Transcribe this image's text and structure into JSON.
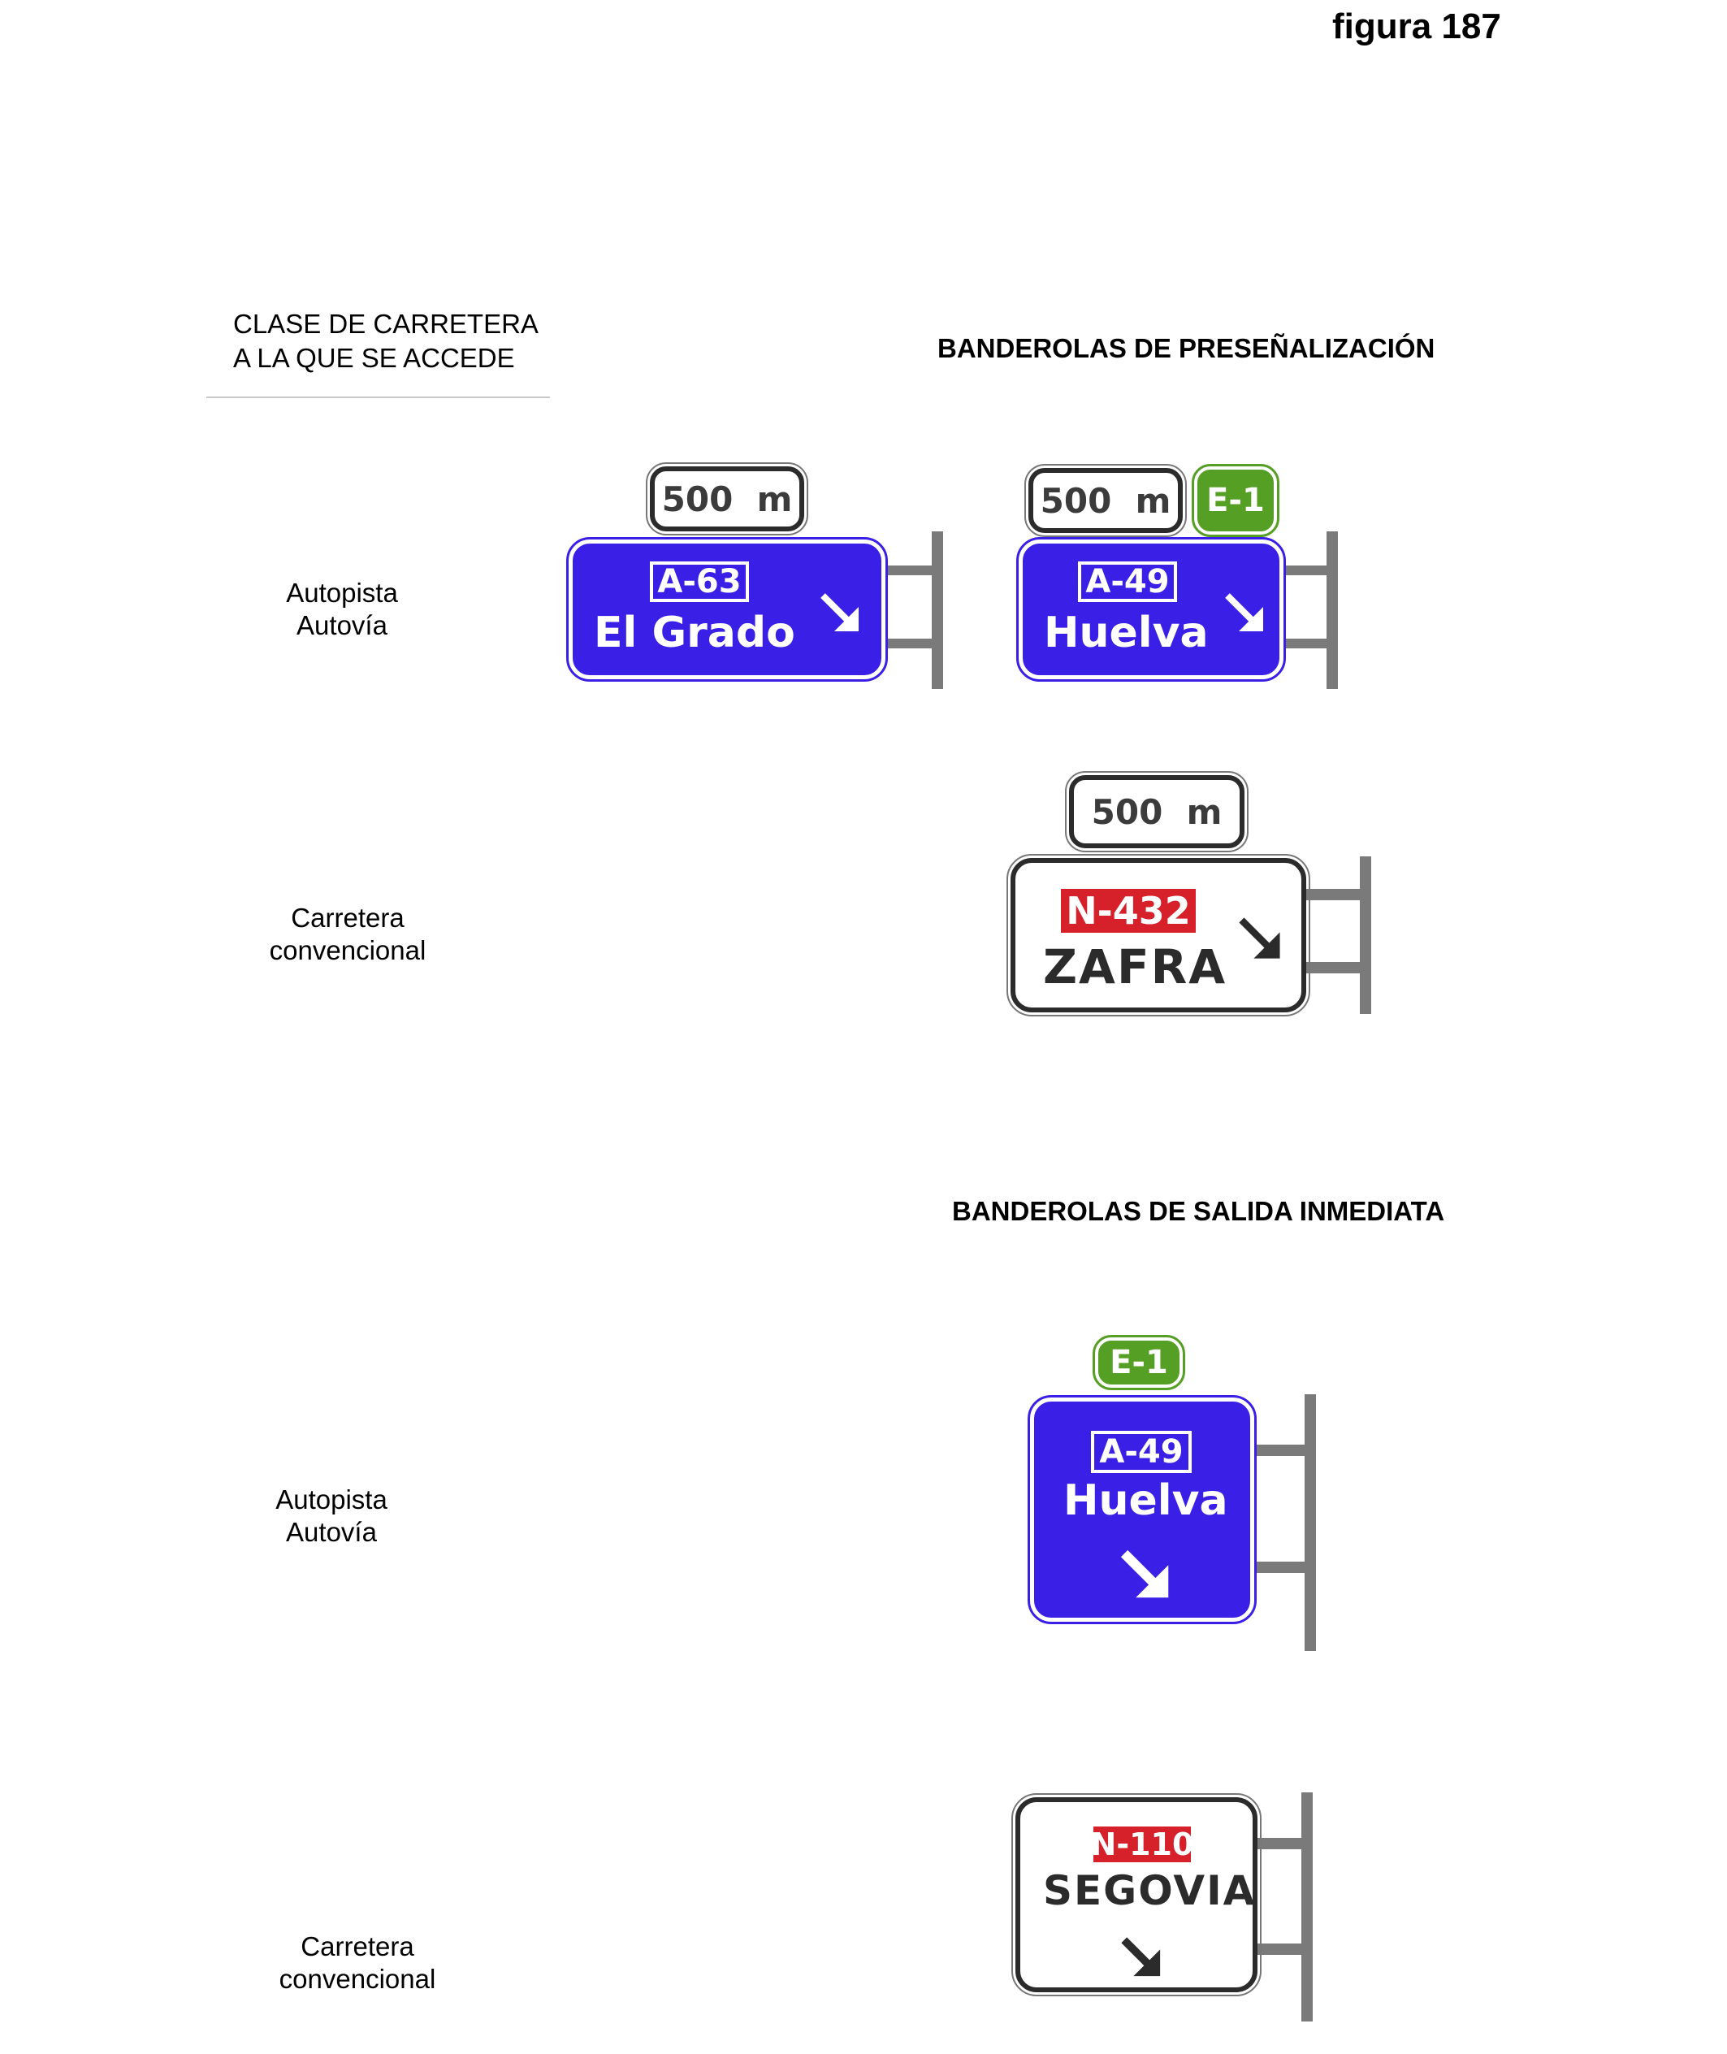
{
  "figure_label": "figura 187",
  "column_header": {
    "line1": "CLASE DE CARRETERA",
    "line2": "A LA QUE SE ACCEDE"
  },
  "sections": {
    "preseñalizacion": "BANDEROLAS DE PRESEÑALIZACIÓN",
    "salida_inmediata": "BANDEROLAS DE SALIDA INMEDIATA"
  },
  "row_labels": {
    "autopista_1": {
      "line1": "Autopista",
      "line2": "Autovía"
    },
    "convencional_1": {
      "line1": "Carretera",
      "line2": "convencional"
    },
    "autopista_2": {
      "line1": "Autopista",
      "line2": "Autovía"
    },
    "convencional_2": {
      "line1": "Carretera",
      "line2": "convencional"
    }
  },
  "signs": {
    "el_grado": {
      "distance": "500  m",
      "route": "A-63",
      "destination": "El  Grado",
      "arrow": "diagonal-down-right",
      "color": "#3a1fe6"
    },
    "huelva_pre": {
      "distance": "500  m",
      "euro_route": "E-1",
      "route": "A-49",
      "destination": "Huelva",
      "arrow": "diagonal-down-right",
      "color": "#3a1fe6"
    },
    "zafra": {
      "distance": "500  m",
      "route": "N-432",
      "destination": "ZAFRA",
      "arrow": "diagonal-down-right",
      "route_color": "#d6202a"
    },
    "huelva_exit": {
      "euro_route": "E-1",
      "route": "A-49",
      "destination": "Huelva",
      "arrow": "diagonal-down-right",
      "color": "#3a1fe6"
    },
    "segovia": {
      "route": "N-110",
      "destination": "SEGOVIA",
      "arrow": "diagonal-down-right",
      "route_color": "#d6202a"
    }
  },
  "colors": {
    "motorway_blue": "#3a1fe6",
    "euro_green": "#55a024",
    "national_red": "#d6202a",
    "pole_grey": "#7a7a7a"
  }
}
